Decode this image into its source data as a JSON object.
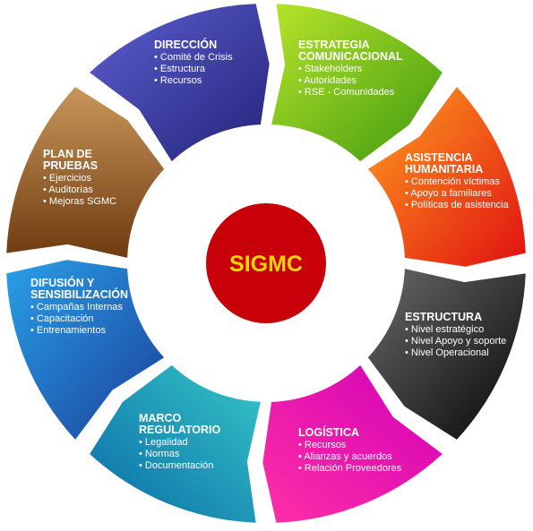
{
  "center": {
    "label": "SIGMC",
    "fill": "#c8000a",
    "text_color": "#ffd400"
  },
  "segments": [
    {
      "key": "direccion",
      "title": [
        "DIRECCIÓN"
      ],
      "items": [
        "• Comité de Crisis",
        "• Estructura",
        "• Recursos"
      ],
      "color_light": "#5d5fd0",
      "color_dark": "#23247a",
      "text_color": "#ffffff"
    },
    {
      "key": "estrategia",
      "title": [
        "ESTRATEGIA",
        "COMUNICACIONAL"
      ],
      "items": [
        "• Stakeholders",
        "• Autoridades",
        "• RSE - Comunidades"
      ],
      "color_light": "#b8e42a",
      "color_dark": "#3f9a10",
      "text_color": "#ffffff"
    },
    {
      "key": "asistencia",
      "title": [
        "ASISTENCIA",
        "HUMANITARIA"
      ],
      "items": [
        "• Contención víctimas",
        "• Apoyo a familiares",
        "• Políticas de asistencia"
      ],
      "color_light": "#ffa020",
      "color_dark": "#e01010",
      "text_color": "#ffffff"
    },
    {
      "key": "estructura",
      "title": [
        "ESTRUCTURA"
      ],
      "items": [
        "• Nivel estratégico",
        "• Nivel Apoyo y soporte",
        "• Nivel Operacional"
      ],
      "color_light": "#6a6a6a",
      "color_dark": "#050505",
      "text_color": "#ffffff"
    },
    {
      "key": "logistica",
      "title": [
        "LOGÍSTICA"
      ],
      "items": [
        "• Recursos",
        "• Alianzas y acuerdos",
        "• Relación Proveedores"
      ],
      "color_light": "#ff2fa6",
      "color_dark": "#d000b8",
      "text_color": "#ffffff"
    },
    {
      "key": "marco",
      "title": [
        "MARCO",
        "REGULATORIO"
      ],
      "items": [
        "• Legalidad",
        "• Normas",
        "• Documentación"
      ],
      "color_light": "#35c6c6",
      "color_dark": "#0a6aa8",
      "text_color": "#ffffff"
    },
    {
      "key": "difusion",
      "title": [
        "DIFUSIÓN Y",
        "SENSIBILIZACIÓN"
      ],
      "items": [
        "• Campañas Internas",
        "• Capacitación",
        "• Entrenamientos"
      ],
      "color_light": "#2aa0e8",
      "color_dark": "#1a3f9a",
      "text_color": "#ffffff"
    },
    {
      "key": "plan",
      "title": [
        "PLAN DE",
        "PRUEBAS"
      ],
      "items": [
        "• Ejercicios",
        "• Auditorías",
        "• Mejoras SGMC"
      ],
      "color_light": "#c9965a",
      "color_dark": "#6e3a10",
      "text_color": "#ffffff"
    }
  ]
}
